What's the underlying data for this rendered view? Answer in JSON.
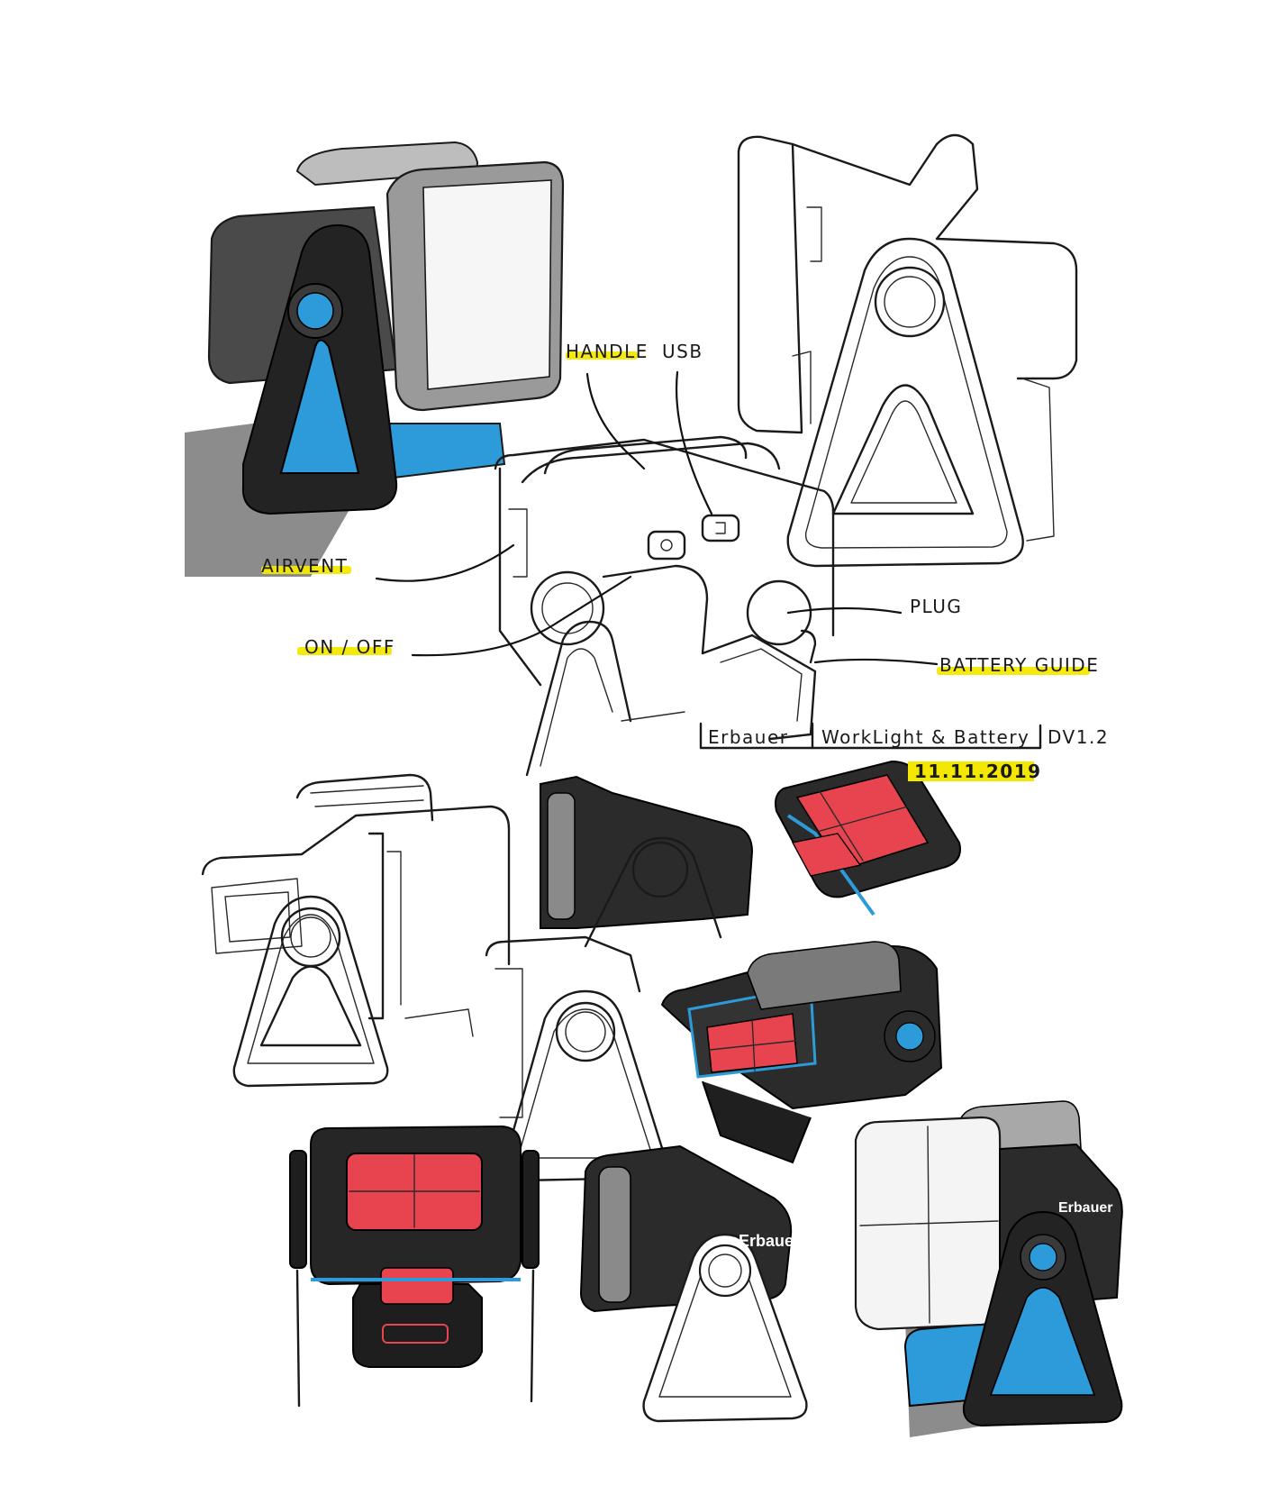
{
  "callouts": {
    "handle": "HANDLE",
    "usb": "USB",
    "airvent": "AIRVENT",
    "on_off": "ON / OFF",
    "plug": "PLUG",
    "battery_guide": "BATTERY GUIDE"
  },
  "title_block": {
    "brand": "Erbauer",
    "product": "WorkLight & Battery",
    "version": "DV1.2",
    "date": "11.11.2019"
  },
  "product_marks": {
    "logo_text": "Erbauer"
  },
  "colors": {
    "accent_blue": "#2d9bd9",
    "battery_red": "#e84450",
    "body_dark": "#2b2b2b",
    "body_grey": "#5a5a5a",
    "highlight_yellow": "#f4e800",
    "shadow_grey": "#8c8c8c"
  }
}
